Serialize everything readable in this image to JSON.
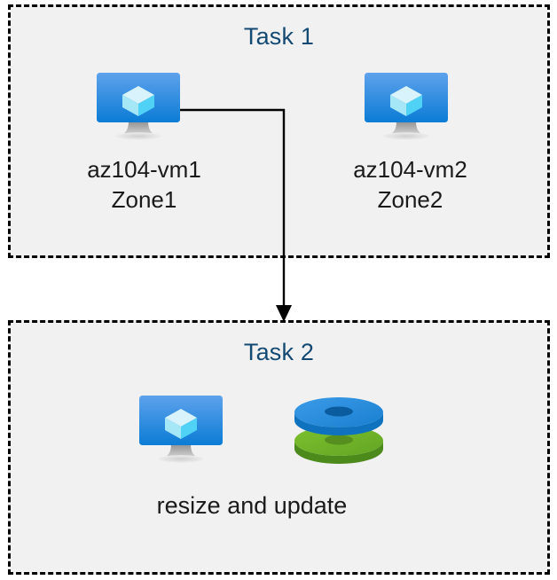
{
  "diagram": {
    "background_color": "#FFFFFF",
    "box_fill_color": "#F1F1F1",
    "box_border_color": "#000000",
    "title_color": "#134A73",
    "label_color": "#1A1A1A",
    "connector_color": "#000000"
  },
  "task1": {
    "title": "Task 1",
    "vm1": {
      "icon": "virtual-machine-icon",
      "caption": "az104-vm1\nZone1",
      "name": "az104-vm1",
      "zone": "Zone1"
    },
    "vm2": {
      "icon": "virtual-machine-icon",
      "caption": "az104-vm2\nZone2",
      "name": "az104-vm2",
      "zone": "Zone2"
    }
  },
  "task2": {
    "title": "Task 2",
    "vm": {
      "icon": "virtual-machine-icon"
    },
    "disks": {
      "icon": "managed-disks-icon",
      "top_disk_color": "#2E94E0",
      "bottom_disk_color": "#73B82B"
    },
    "caption": "resize and update"
  },
  "connector": {
    "from": "az104-vm1",
    "to": "Task 2",
    "arrow": "arrow-down"
  },
  "icon_colors": {
    "screen_top": "#5EA2EC",
    "screen_bottom": "#0B7CD5",
    "cube_top": "#D9F3FC",
    "cube_left": "#9FE2F5",
    "cube_right": "#4FD2F6",
    "stand": "#A8A8A8"
  }
}
